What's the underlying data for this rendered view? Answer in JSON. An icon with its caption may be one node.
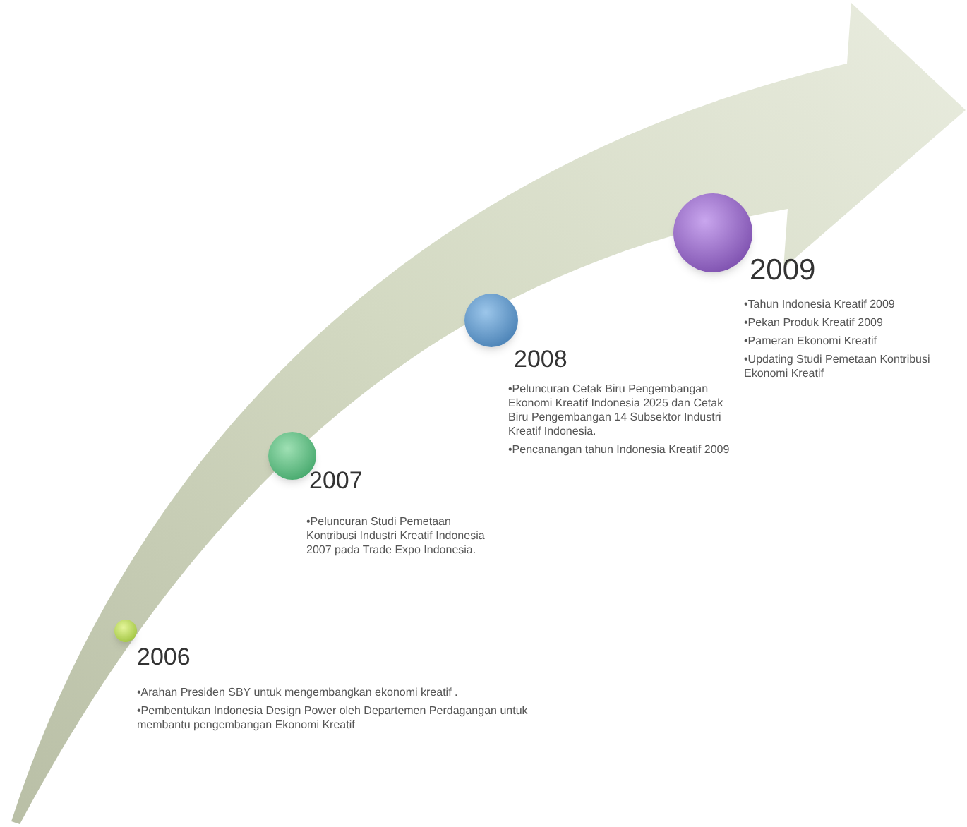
{
  "diagram": {
    "nodes": [
      {
        "text": [
          "2006"
        ],
        "beside": [
          "•Arahan Presiden SBY untuk mengembangkan  ekonomi kreatif .",
          "•Pembentukan Indonesia Design Power oleh Departemen Perdagangan untuk membantu pengembangan Ekonomi Kreatif"
        ]
      },
      {
        "text": [
          "2007"
        ],
        "beside": [
          "•Peluncuran Studi Pemetaan Kontribusi Industri Kreatif Indonesia 2007 pada Trade Expo Indonesia."
        ]
      },
      {
        "text": [
          "2008"
        ],
        "beside": [
          "•Peluncuran Cetak Biru Pengembangan Ekonomi Kreatif Indonesia 2025 dan Cetak Biru Pengembangan 14 Subsektor Industri Kreatif Indonesia.",
          "•Pencanangan tahun Indonesia Kreatif 2009"
        ]
      },
      {
        "text": [
          "2009"
        ],
        "beside": [
          "•Tahun Indonesia Kreatif 2009",
          "•Pekan Produk Kreatif 2009",
          "•Pameran Ekonomi Kreatif",
          "•Updating  Studi Pemetaan Kontribusi Ekonomi Kreatif"
        ]
      }
    ]
  }
}
